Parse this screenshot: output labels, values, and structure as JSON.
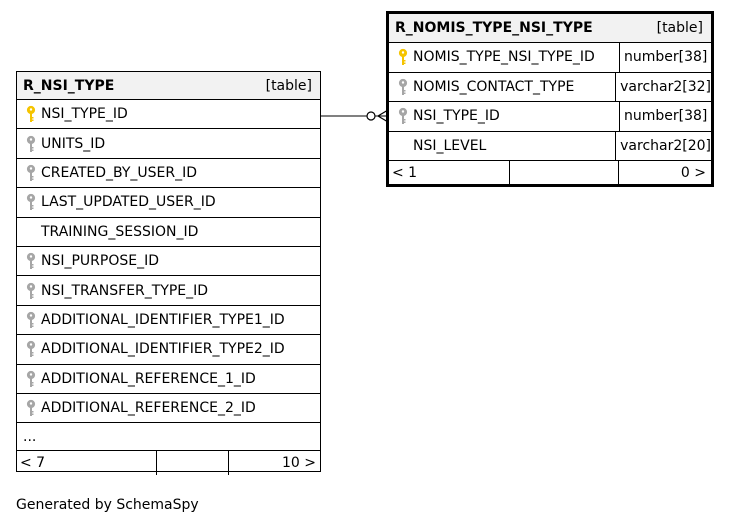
{
  "diagram": {
    "caption": "Generated by SchemaSpy",
    "colors": {
      "header_bg": "#f2f2f2",
      "primary_key": "#f5c400",
      "foreign_key": "#a6a6a6",
      "line": "#000000"
    },
    "tables": {
      "r_nsi_type": {
        "name": "R_NSI_TYPE",
        "kind": "[table]",
        "columns": [
          {
            "name": "NSI_TYPE_ID",
            "key": "primary-key-icon"
          },
          {
            "name": "UNITS_ID",
            "key": "foreign-key-icon"
          },
          {
            "name": "CREATED_BY_USER_ID",
            "key": "foreign-key-icon"
          },
          {
            "name": "LAST_UPDATED_USER_ID",
            "key": "foreign-key-icon"
          },
          {
            "name": "TRAINING_SESSION_ID",
            "key": ""
          },
          {
            "name": "NSI_PURPOSE_ID",
            "key": "foreign-key-icon"
          },
          {
            "name": "NSI_TRANSFER_TYPE_ID",
            "key": "foreign-key-icon"
          },
          {
            "name": "ADDITIONAL_IDENTIFIER_TYPE1_ID",
            "key": "foreign-key-icon"
          },
          {
            "name": "ADDITIONAL_IDENTIFIER_TYPE2_ID",
            "key": "foreign-key-icon"
          },
          {
            "name": "ADDITIONAL_REFERENCE_1_ID",
            "key": "foreign-key-icon"
          },
          {
            "name": "ADDITIONAL_REFERENCE_2_ID",
            "key": "foreign-key-icon"
          }
        ],
        "more": "...",
        "footer": {
          "parents": "< 7",
          "rows": "",
          "children": "10 >"
        }
      },
      "r_nomis_type_nsi_type": {
        "name": "R_NOMIS_TYPE_NSI_TYPE",
        "kind": "[table]",
        "columns": [
          {
            "name": "NOMIS_TYPE_NSI_TYPE_ID",
            "type": "number[38]",
            "key": "primary-key-icon"
          },
          {
            "name": "NOMIS_CONTACT_TYPE",
            "type": "varchar2[32]",
            "key": "foreign-key-icon"
          },
          {
            "name": "NSI_TYPE_ID",
            "type": "number[38]",
            "key": "foreign-key-icon"
          },
          {
            "name": "NSI_LEVEL",
            "type": "varchar2[20]",
            "key": ""
          }
        ],
        "footer": {
          "parents": "< 1",
          "rows": "",
          "children": "0 >"
        }
      }
    },
    "relationship": {
      "from": "R_NOMIS_TYPE_NSI_TYPE.NSI_TYPE_ID",
      "to": "R_NSI_TYPE.NSI_TYPE_ID",
      "cardinality": "zero-or-many to one"
    }
  }
}
